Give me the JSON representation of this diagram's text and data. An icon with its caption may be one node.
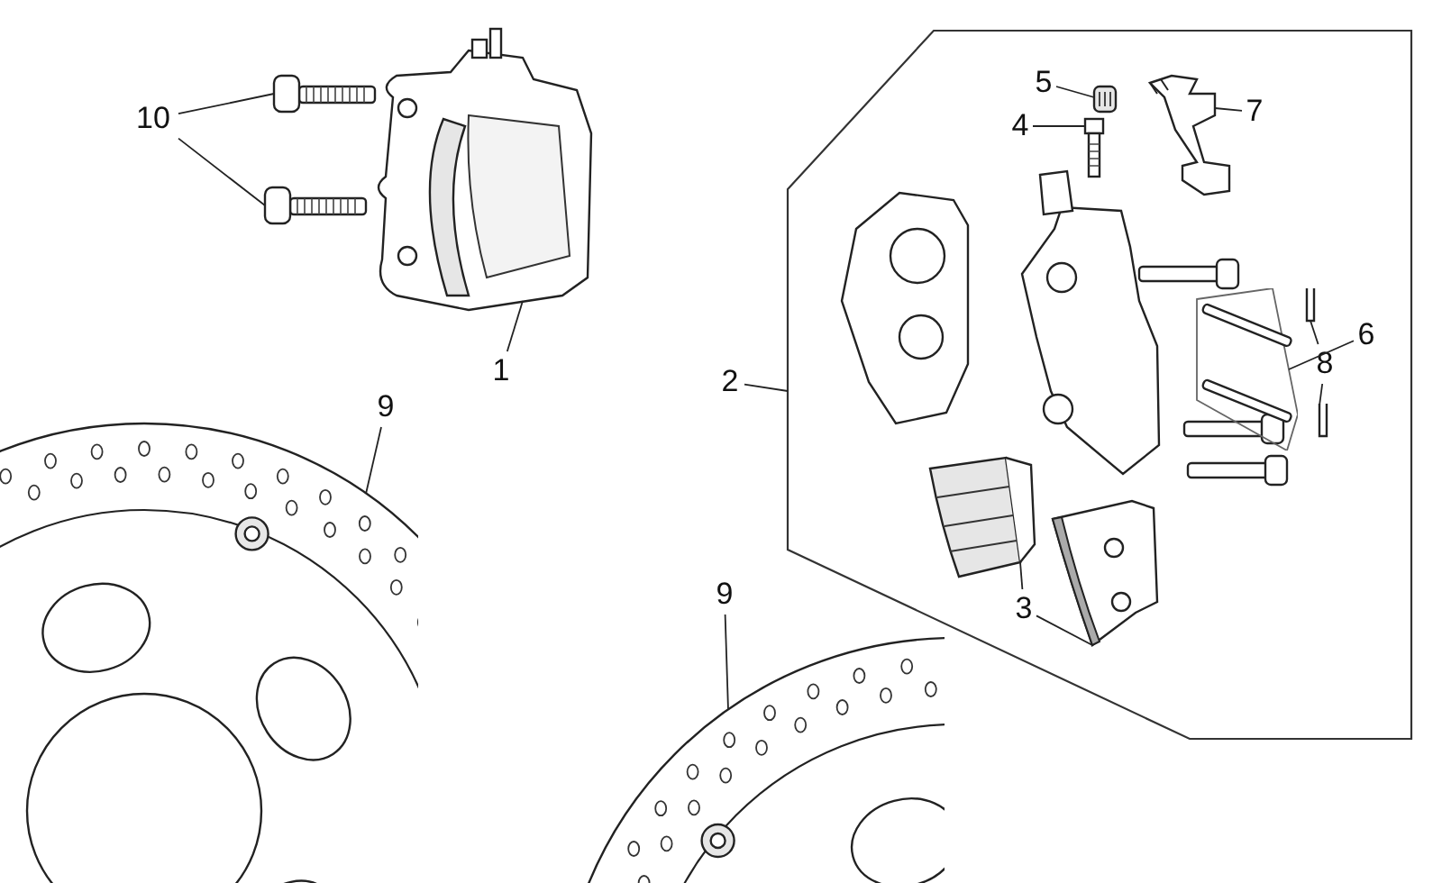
{
  "diagram": {
    "nodes": [
      {
        "text": [
          "10"
        ]
      },
      {
        "text": [],
        "shape": "picture"
      },
      {
        "text": [],
        "shape": "picture"
      },
      {
        "text": [],
        "shape": "picture"
      },
      {
        "text": [
          "1"
        ]
      },
      {
        "text": [],
        "shape": "box"
      },
      {
        "text": [
          "2"
        ]
      },
      {
        "text": [
          "5"
        ],
        "in": 5
      },
      {
        "text": [
          "4"
        ],
        "in": 5
      },
      {
        "text": [
          "7"
        ],
        "in": 5
      },
      {
        "text": [
          "6"
        ],
        "in": 5
      },
      {
        "text": [
          "8"
        ],
        "in": 5
      },
      {
        "text": [
          "3"
        ],
        "in": 5
      },
      {
        "text": [
          "9"
        ]
      },
      {
        "text": [
          "9"
        ]
      },
      {
        "text": [],
        "shape": "picture",
        "in": 5
      },
      {
        "text": [],
        "shape": "picture",
        "in": 5
      },
      {
        "text": [],
        "shape": "picture",
        "in": 5
      },
      {
        "text": [],
        "shape": "picture",
        "in": 5
      },
      {
        "text": [],
        "shape": "picture",
        "in": 5
      },
      {
        "text": [],
        "shape": "picture",
        "in": 5
      },
      {
        "text": [],
        "shape": "picture",
        "in": 5
      },
      {
        "text": [],
        "shape": "picture",
        "in": 5
      },
      {
        "text": [],
        "shape": "picture"
      },
      {
        "text": [],
        "shape": "picture"
      }
    ],
    "edges": [
      {
        "from": 0,
        "to": 1,
        "arrow": "none"
      },
      {
        "from": 0,
        "to": 2,
        "arrow": "none"
      },
      {
        "from": 4,
        "to": 3,
        "arrow": "none"
      },
      {
        "from": 6,
        "to": 5,
        "arrow": "none"
      },
      {
        "from": 7,
        "to": 15,
        "arrow": "none"
      },
      {
        "from": 8,
        "to": 16,
        "arrow": "none"
      },
      {
        "from": 9,
        "to": 17,
        "arrow": "none"
      },
      {
        "from": 10,
        "to": 18,
        "arrow": "none"
      },
      {
        "from": 11,
        "to": 19,
        "arrow": "none"
      },
      {
        "from": 11,
        "to": 20,
        "arrow": "none"
      },
      {
        "from": 12,
        "to": 21,
        "arrow": "none"
      },
      {
        "from": 12,
        "to": 22,
        "arrow": "none"
      },
      {
        "from": 13,
        "to": 23,
        "arrow": "none"
      },
      {
        "from": 14,
        "to": 24,
        "arrow": "none"
      }
    ]
  }
}
